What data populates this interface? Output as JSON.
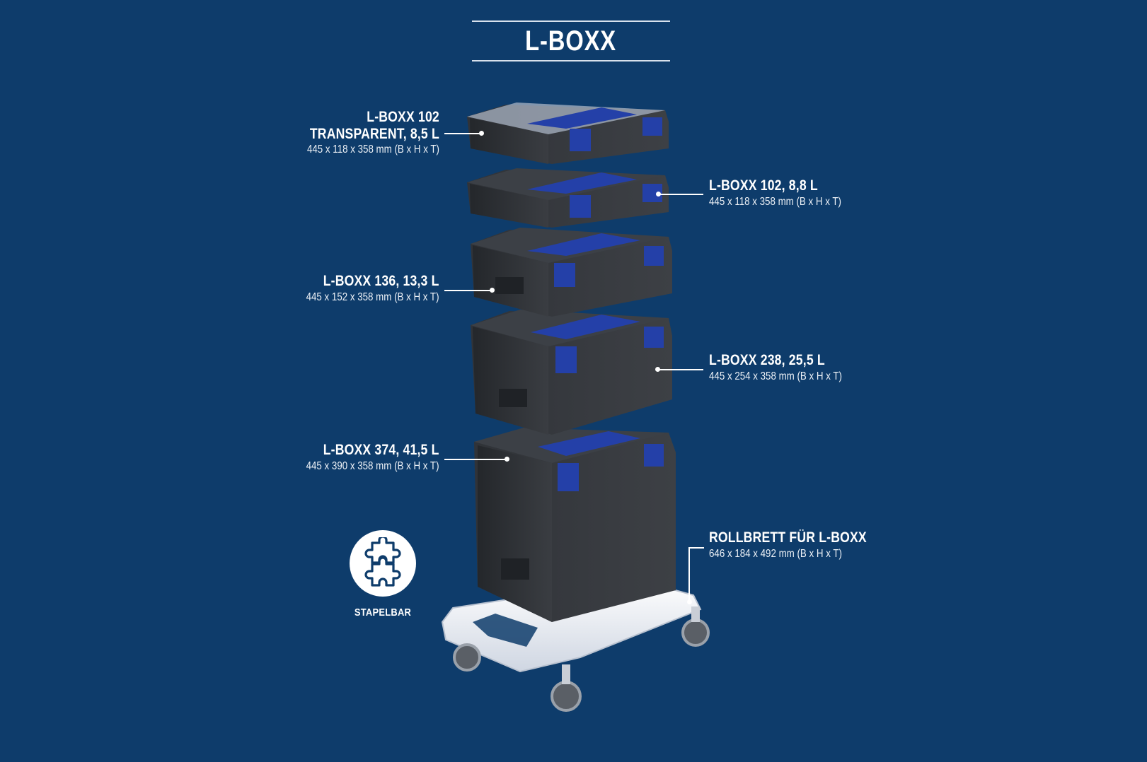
{
  "header": {
    "title": "L-BOXX"
  },
  "colors": {
    "background": "#0e3c6b",
    "text": "#ffffff",
    "box_body": "#2f3237",
    "box_accent": "#2440a8",
    "cart": "#eef1f6"
  },
  "items": [
    {
      "name_line1": "L-BOXX 102",
      "name_line2": "TRANSPARENT, 8,5 L",
      "dims": "445 x 118 x 358 mm (B x H x T)",
      "side": "left"
    },
    {
      "name_line1": "L-BOXX 102, 8,8 L",
      "dims": "445 x 118 x 358 mm (B x H x T)",
      "side": "right"
    },
    {
      "name_line1": "L-BOXX 136, 13,3 L",
      "dims": "445 x 152 x 358 mm (B x H x T)",
      "side": "left"
    },
    {
      "name_line1": "L-BOXX 238, 25,5 L",
      "dims": "445 x 254 x 358 mm (B x H x T)",
      "side": "right"
    },
    {
      "name_line1": "L-BOXX 374, 41,5 L",
      "dims": "445 x 390 x 358 mm (B x H x T)",
      "side": "left"
    },
    {
      "name_line1": "ROLLBRETT FÜR L-BOXX",
      "dims": "646 x 184 x 492 mm (B x H x T)",
      "side": "right"
    }
  ],
  "feature_badge": {
    "icon": "puzzle-icon",
    "label": "STAPELBAR"
  }
}
